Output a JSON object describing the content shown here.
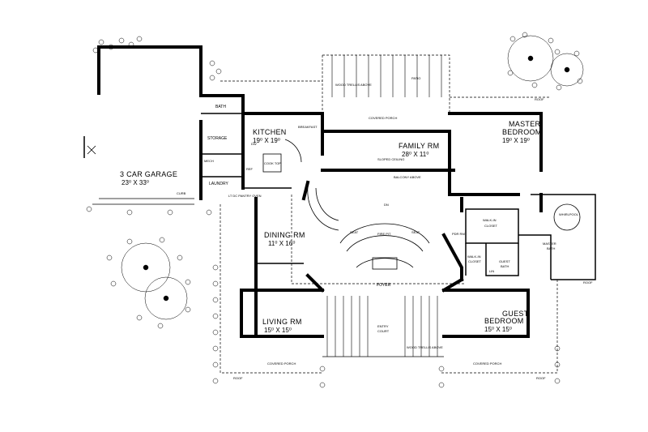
{
  "rooms": {
    "garage_name": "3 CAR GARAGE",
    "garage_dim": "23⁰ X 33⁰",
    "kitchen_name": "KITCHEN",
    "kitchen_dim": "19⁰ X 19⁰",
    "family_name": "FAMILY RM",
    "family_dim": "28⁰ X 11⁰",
    "master_name_1": "MASTER",
    "master_name_2": "BEDROOM",
    "master_dim": "19⁰ X 19⁰",
    "dining_name": "DINING RM",
    "dining_dim": "11⁰ X 16⁰",
    "living_name": "LIVING RM",
    "living_dim": "15⁰ X 15⁰",
    "guest_name_1": "GUEST",
    "guest_name_2": "BEDROOM",
    "guest_dim": "15⁰ X 15⁰"
  },
  "labels": {
    "bath": "BATH",
    "storage": "STORAGE",
    "mech": "MECH",
    "dw": "DW",
    "ref": "REF",
    "breakfast": "BREAKFAST",
    "cook_top": "COOK TOP",
    "laundry": "LAUNDRY",
    "curb": "CURB",
    "pantry_row": "LT  DC  PANTRY    OVEN",
    "covered_porch_top": "COVERED PORCH",
    "wood_trellis_above_top": "WOOD TRELLIS ABOVE",
    "patio": "PATIO",
    "roof": "ROOF",
    "sloped_ceiling": "SLOPED CEILING",
    "balcony_above": "BALCONY ABOVE",
    "dn": "DN",
    "seat_left": "SEAT",
    "seat_right": "SEAT",
    "fire_pit": "FIRE PIT",
    "foyer": "FOYER",
    "entry_court_1": "ENTRY",
    "entry_court_2": "COURT",
    "walk_in_closet_top_1": "WALK-IN",
    "walk_in_closet_top_2": "CLOSET",
    "walk_in_closet_small_1": "WALK-IN",
    "walk_in_closet_small_2": "CLOSET",
    "guest_bath_1": "GUEST",
    "guest_bath_2": "BATH",
    "master_bath_1": "MASTER",
    "master_bath_2": "BATH",
    "whirlpool": "WHIRLPOOL",
    "pwdr": "PDR RM",
    "lin": "LIN",
    "covered_porch_left": "COVERED PORCH",
    "covered_porch_right": "COVERED PORCH",
    "wood_trellis_above_bottom": "WOOD TRELLIS ABOVE",
    "roof_bl": "ROOF",
    "roof_br": "ROOF",
    "roof_r": "ROOF"
  }
}
